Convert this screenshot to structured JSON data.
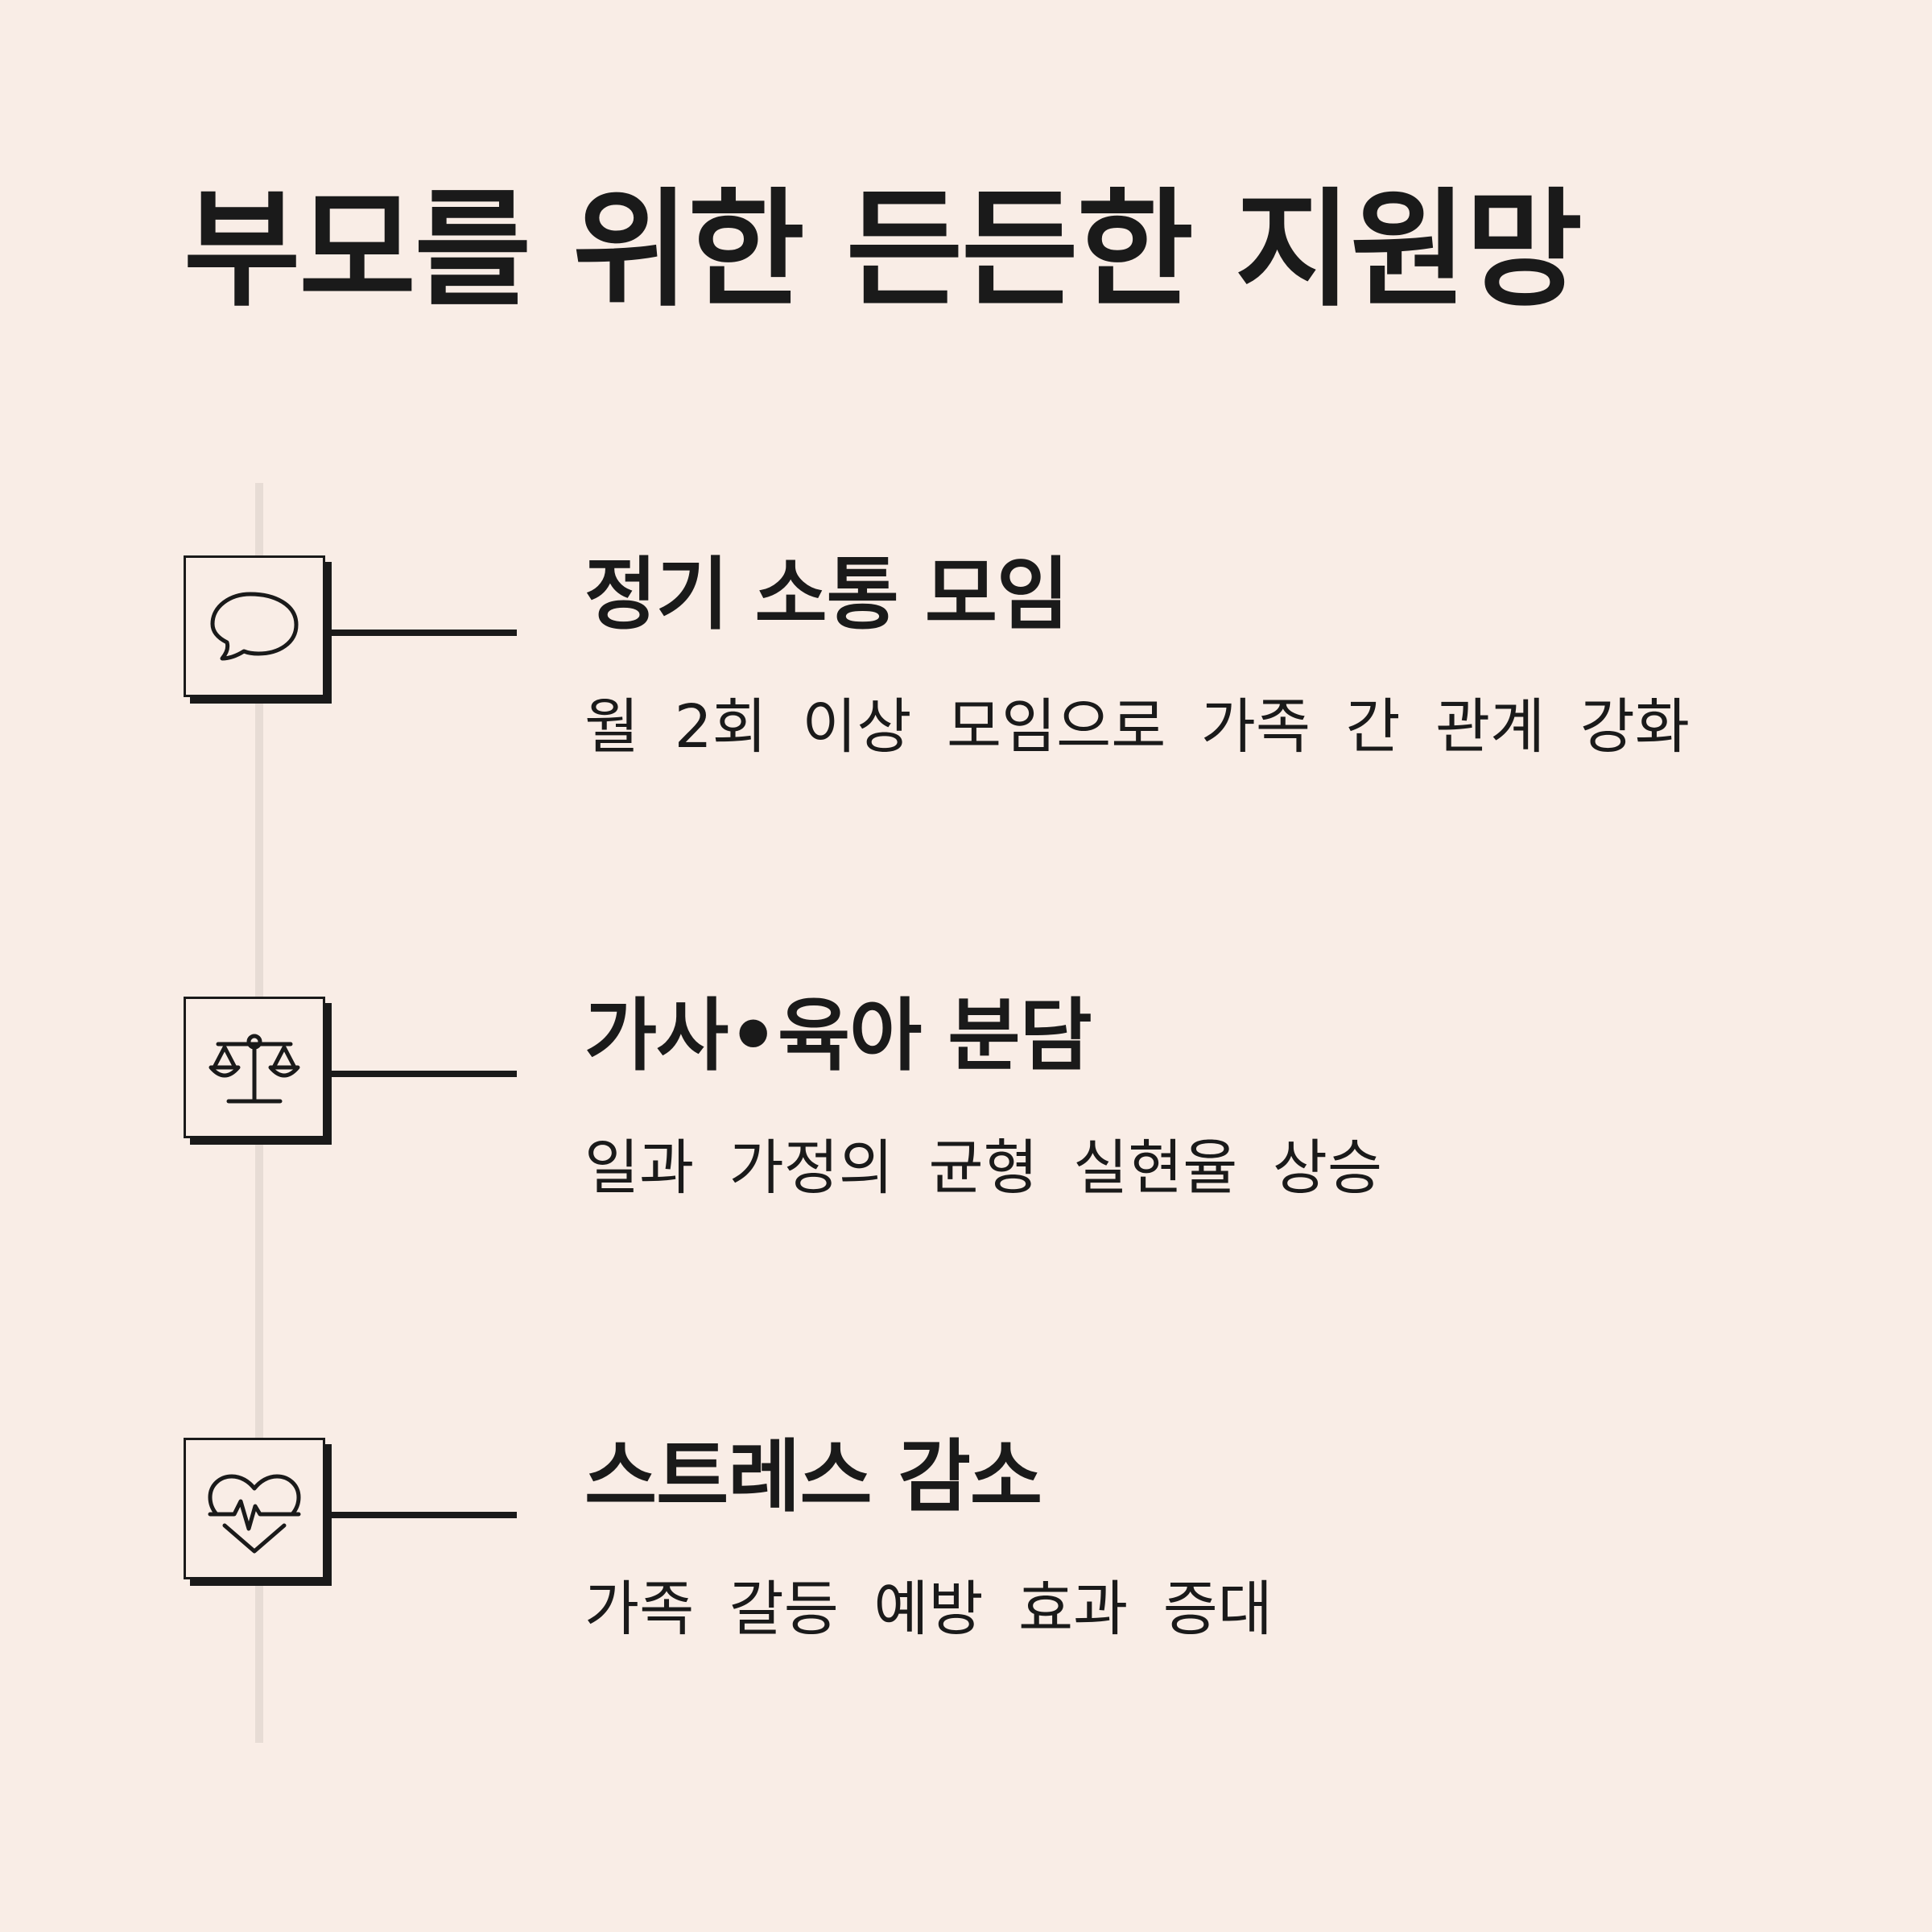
{
  "title": "부모를 위한 든든한 지원망",
  "items": [
    {
      "icon": "speech-bubble-icon",
      "title": "정기 소통 모임",
      "description": "월 2회 이상 모임으로 가족 간 관계 강화"
    },
    {
      "icon": "balance-scale-icon",
      "title": "가사•육아 분담",
      "description": "일과 가정의 균형 실현율 상승"
    },
    {
      "icon": "heart-pulse-icon",
      "title": "스트레스 감소",
      "description": "가족 갈등 예방 효과 증대"
    }
  ],
  "colors": {
    "background": "#f9ede6",
    "text": "#1a1a1a",
    "timeline": "#e7dcd5"
  }
}
